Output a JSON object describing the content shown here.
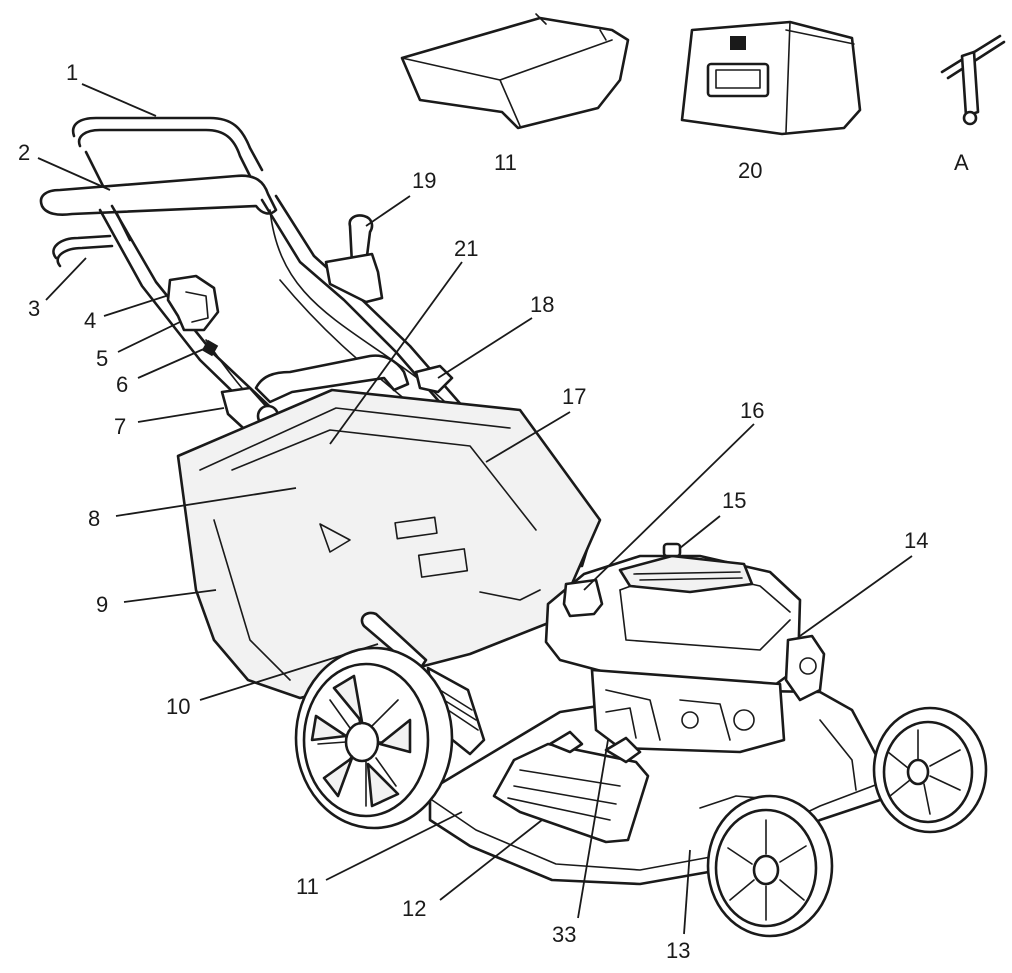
{
  "callouts": [
    {
      "id": "c1",
      "text": "1"
    },
    {
      "id": "c2",
      "text": "2"
    },
    {
      "id": "c3",
      "text": "3"
    },
    {
      "id": "c4",
      "text": "4"
    },
    {
      "id": "c5",
      "text": "5"
    },
    {
      "id": "c6",
      "text": "6"
    },
    {
      "id": "c7",
      "text": "7"
    },
    {
      "id": "c8",
      "text": "8"
    },
    {
      "id": "c9",
      "text": "9"
    },
    {
      "id": "c10",
      "text": "10"
    },
    {
      "id": "c11a",
      "text": "11"
    },
    {
      "id": "c11b",
      "text": "11"
    },
    {
      "id": "c12",
      "text": "12"
    },
    {
      "id": "c13",
      "text": "13"
    },
    {
      "id": "c14",
      "text": "14"
    },
    {
      "id": "c15",
      "text": "15"
    },
    {
      "id": "c16",
      "text": "16"
    },
    {
      "id": "c17",
      "text": "17"
    },
    {
      "id": "c18",
      "text": "18"
    },
    {
      "id": "c19",
      "text": "19"
    },
    {
      "id": "c20",
      "text": "20"
    },
    {
      "id": "c21",
      "text": "21"
    },
    {
      "id": "c33",
      "text": "33"
    },
    {
      "id": "cA",
      "text": "A"
    }
  ]
}
